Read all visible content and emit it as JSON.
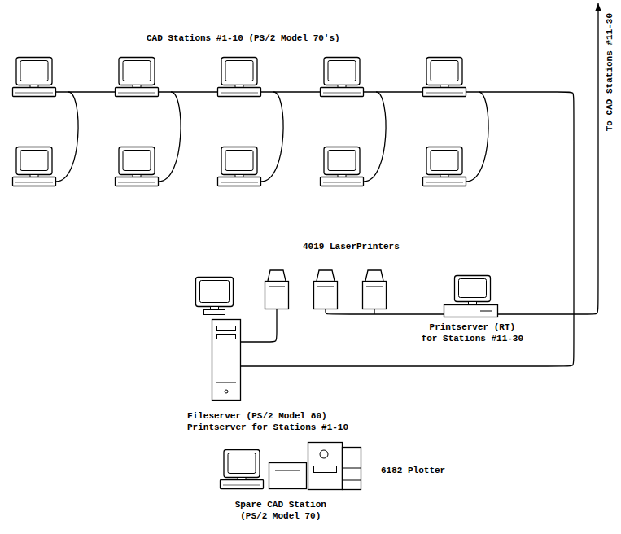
{
  "diagram": {
    "nodes": [
      {
        "text": [
          "CAD Stations #1-10 (PS/2 Model 70's)"
        ]
      },
      {
        "text": [
          "To CAD Stations #11-30"
        ]
      },
      {
        "text": [
          "4019 LaserPrinters"
        ]
      },
      {
        "text": [
          "Printserver (RT) for Stations #11-30"
        ]
      },
      {
        "text": [
          "Fileserver (PS/2 Model 80) Printserver for Stations #1-10"
        ]
      },
      {
        "text": [
          "6182 Plotter"
        ]
      },
      {
        "text": [
          "Spare CAD Station (PS/2 Model 70)"
        ]
      }
    ],
    "edges": [
      {
        "from": 4,
        "to": 0,
        "arrow": "none"
      },
      {
        "from": 4,
        "to": 2,
        "arrow": "none"
      },
      {
        "from": 3,
        "to": 2,
        "arrow": "none"
      },
      {
        "from": 3,
        "to": 1,
        "arrow": "to"
      }
    ]
  }
}
